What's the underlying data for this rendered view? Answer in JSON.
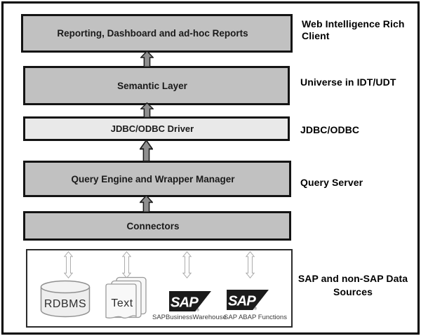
{
  "layers": [
    {
      "box_label": "Reporting, Dashboard and ad-hoc Reports",
      "side_label": "Web Intelligence Rich Client"
    },
    {
      "box_label": "Semantic Layer",
      "side_label": "Universe in IDT/UDT"
    },
    {
      "box_label": "JDBC/ODBC Driver",
      "side_label": "JDBC/ODBC"
    },
    {
      "box_label": "Query Engine and Wrapper Manager",
      "side_label": "Query Server"
    },
    {
      "box_label": "Connectors",
      "side_label": ""
    }
  ],
  "data_sources": {
    "side_label": "SAP and non-SAP Data Sources",
    "sap_logo_text": "SAP",
    "registered_mark": "®",
    "items": [
      {
        "name": "rdbms",
        "label": "RDBMS"
      },
      {
        "name": "text-files",
        "label": "Text"
      },
      {
        "name": "sap-business-warehouse",
        "label": "SAPBusinessWarehouse"
      },
      {
        "name": "sap-abap-functions",
        "label": "SAP ABAP Functions"
      }
    ]
  },
  "colors": {
    "box_fill": "#c1c1c1",
    "box_fill_light": "#e9e9e9",
    "box_border": "#141414",
    "arrow_fill": "#8f8f8f",
    "outline_gray": "#a8a8a8",
    "sap_logo_black": "#1b1b1b"
  }
}
